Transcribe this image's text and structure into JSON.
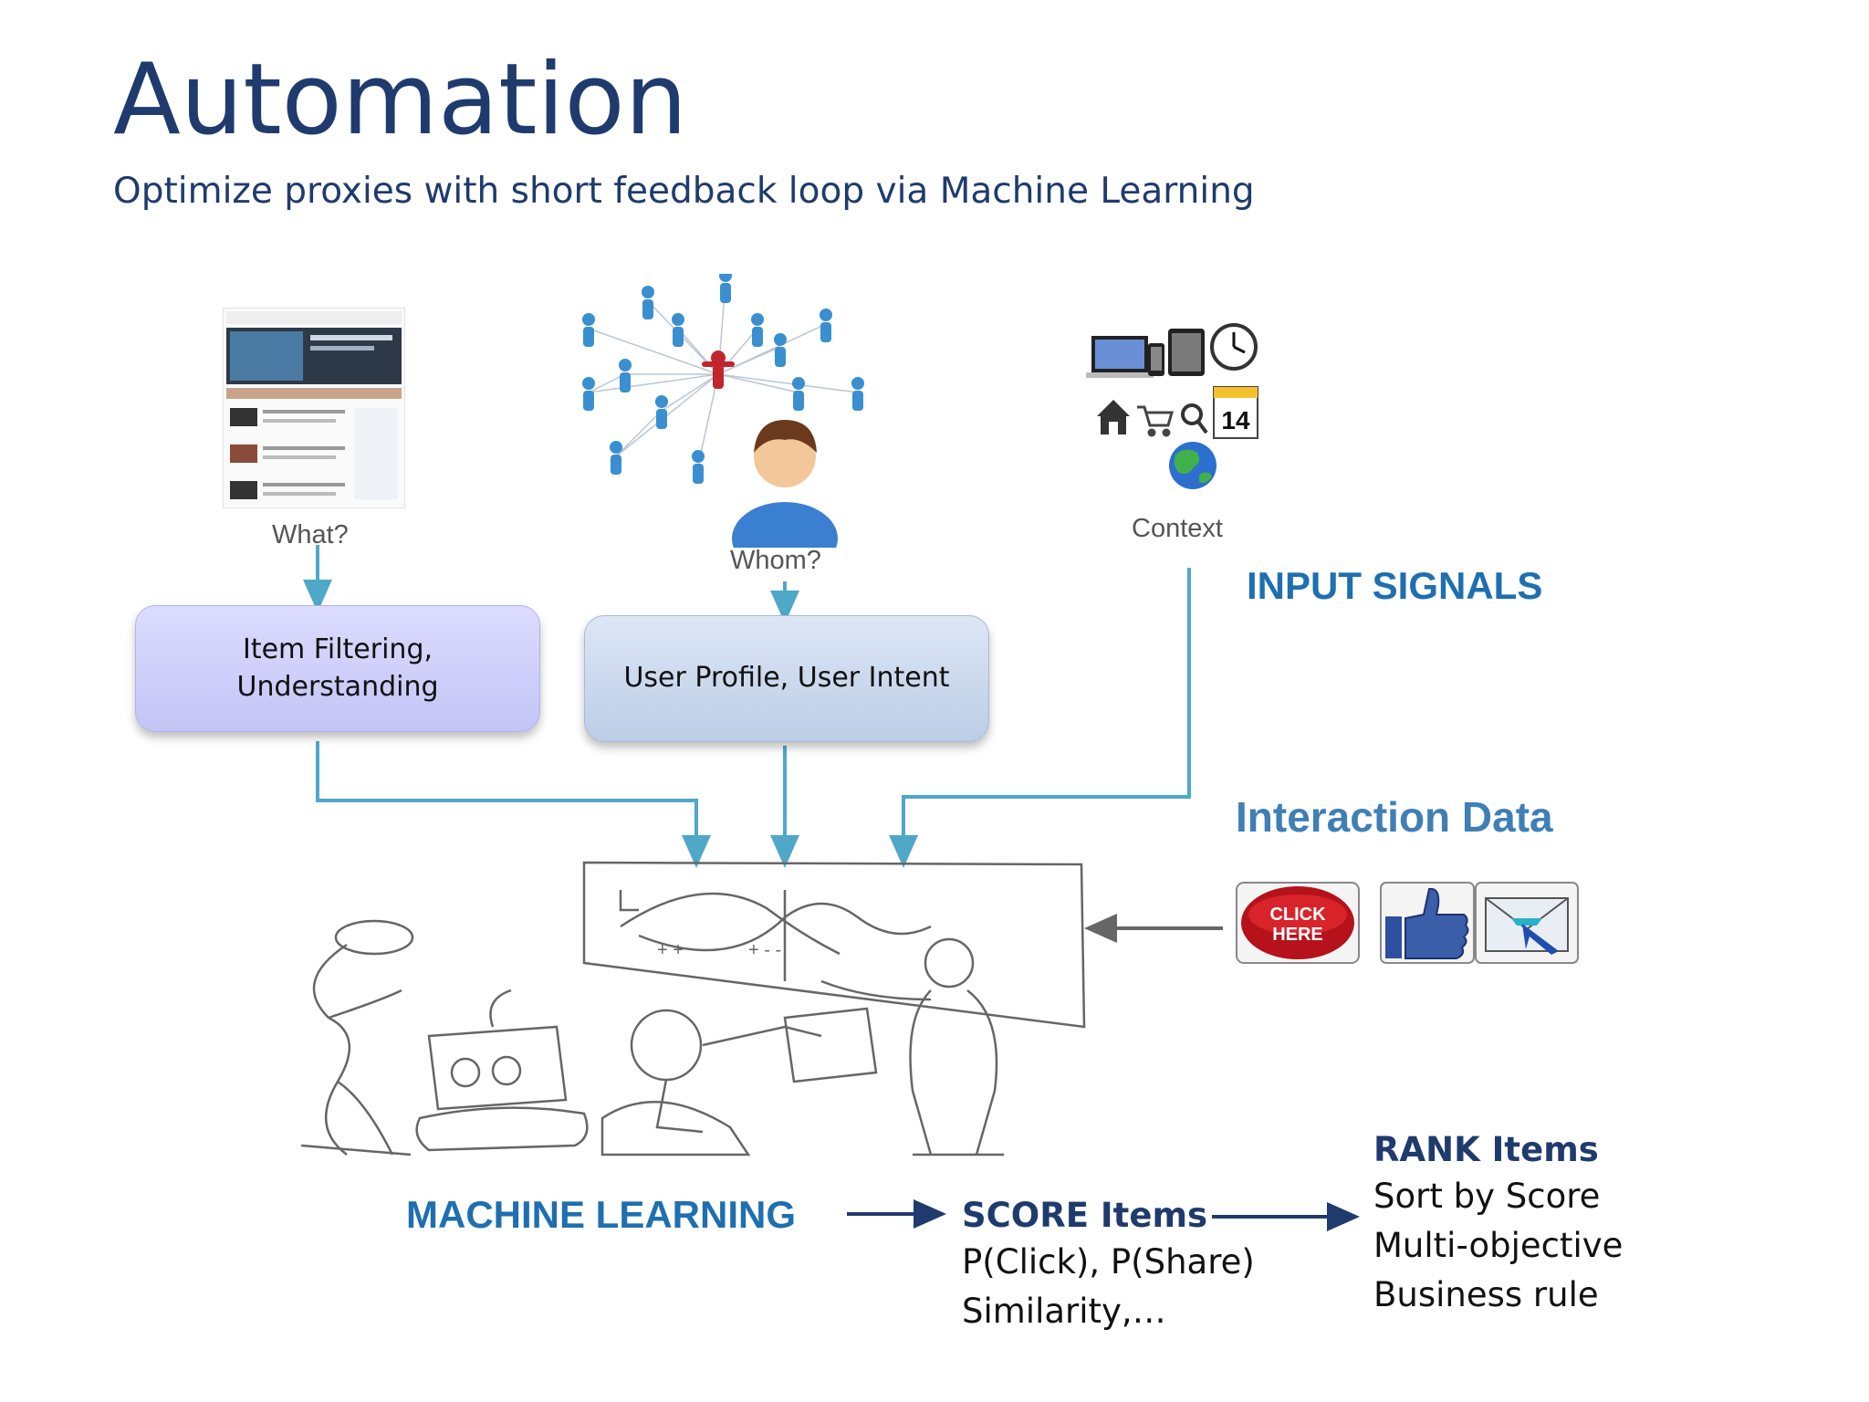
{
  "header": {
    "title": "Automation",
    "subtitle": "Optimize proxies with short feedback loop via Machine Learning"
  },
  "inputs": {
    "what_caption": "What?",
    "whom_caption": "Whom?",
    "context_caption": "Context",
    "calendar_day": "14"
  },
  "boxes": {
    "item_line1": "Item Filtering,",
    "item_line2": "Understanding",
    "user_profile": "User Profile, User Intent"
  },
  "labels": {
    "input_signals": "INPUT SIGNALS",
    "interaction_data": "Interaction Data",
    "machine_learning": "MACHINE LEARNING",
    "click_line1": "CLICK",
    "click_line2": "HERE"
  },
  "score": {
    "heading": "SCORE Items",
    "line1": "P(Click), P(Share)",
    "line2": "Similarity,…"
  },
  "rank": {
    "heading": "RANK Items",
    "line1": "Sort by Score",
    "line2": "Multi-objective",
    "line3": "Business rule"
  },
  "colors": {
    "title": "#1f3b6e",
    "connector": "#4fa8c8",
    "accent_blue": "#1f6fb0",
    "interaction_blue": "#3f7fb5",
    "arrow_dark": "#1f3b6e"
  }
}
